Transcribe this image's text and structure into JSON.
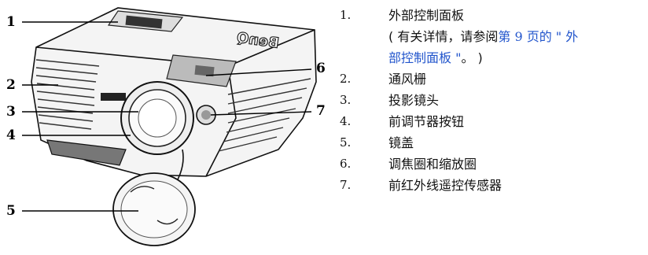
{
  "figure": {
    "callouts": [
      "1",
      "2",
      "3",
      "4",
      "5",
      "6",
      "7"
    ],
    "logo_text": "BenQ"
  },
  "legend": {
    "items": [
      {
        "num": "1.",
        "label": "外部控制面板"
      },
      {
        "num": "2.",
        "label": "通风栅"
      },
      {
        "num": "3.",
        "label": "投影镜头"
      },
      {
        "num": "4.",
        "label": "前调节器按钮"
      },
      {
        "num": "5.",
        "label": "镜盖"
      },
      {
        "num": "6.",
        "label": "调焦圈和缩放圈"
      },
      {
        "num": "7.",
        "label": "前红外线遥控传感器"
      }
    ],
    "detail": {
      "prefix": "( 有关详情，请参阅",
      "link_pre": "第 ",
      "page": "9",
      "link_mid": " 页的 \" 外",
      "link_line2": "部控制面板 \"",
      "suffix": "。 )"
    }
  }
}
